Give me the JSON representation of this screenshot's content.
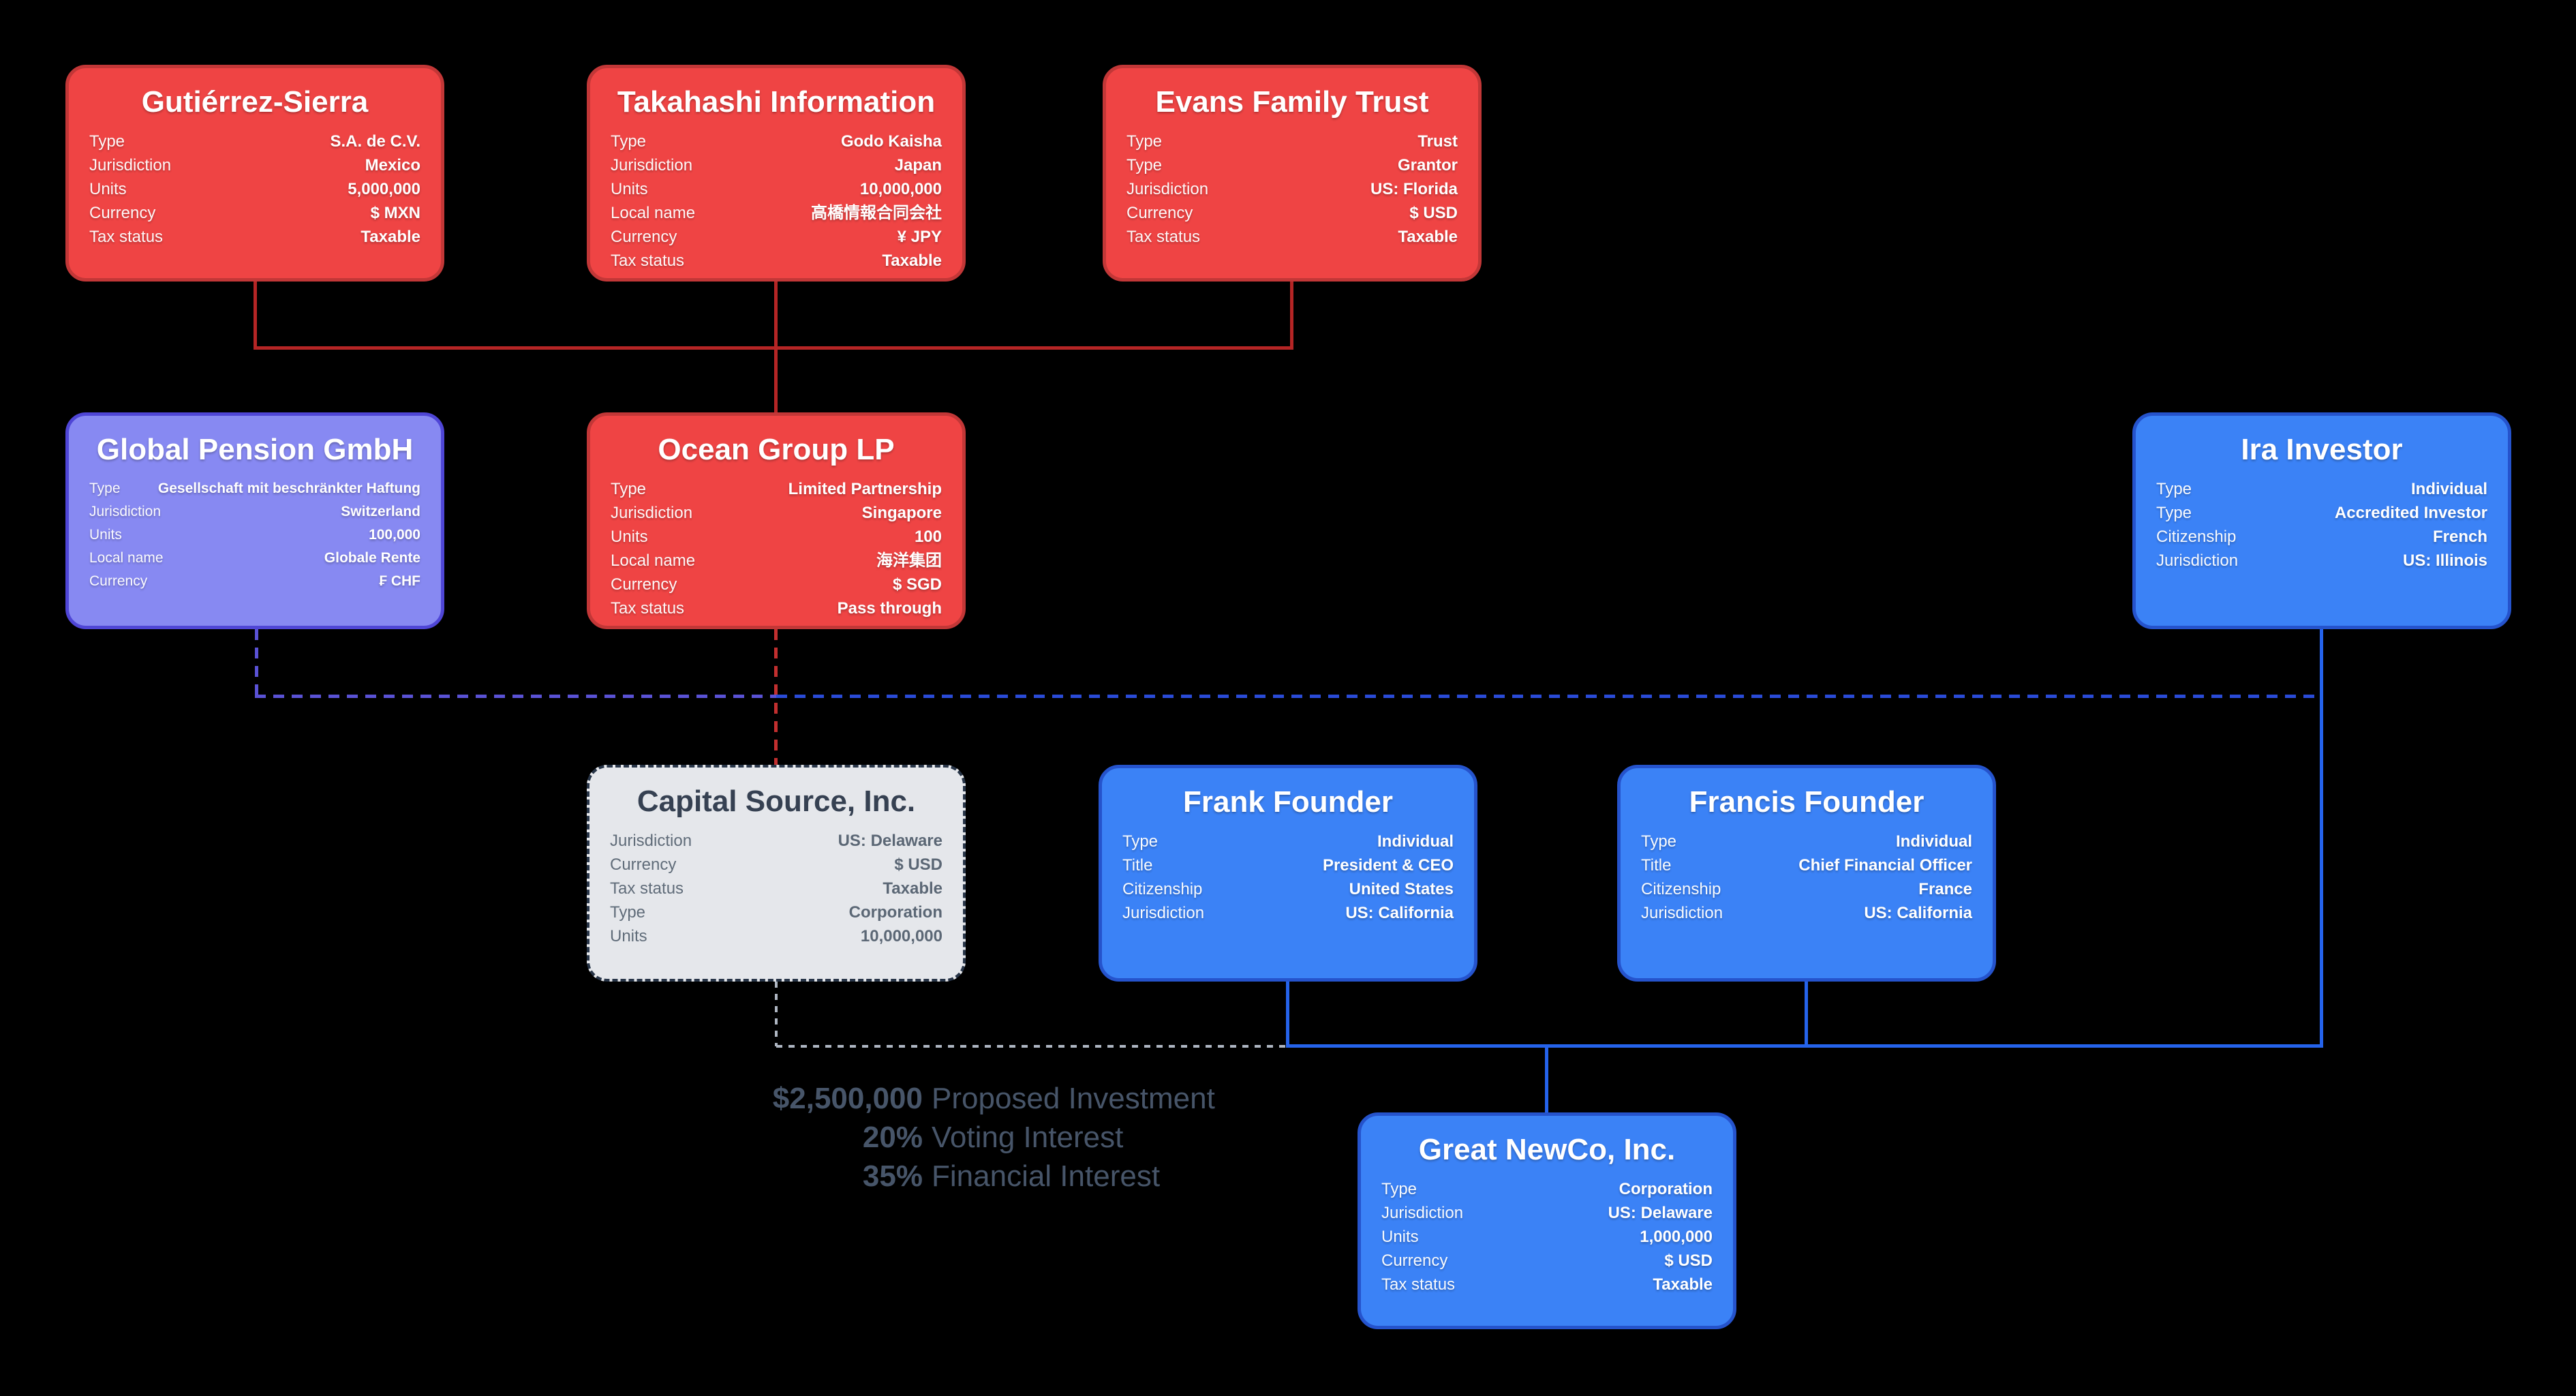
{
  "colors": {
    "background": "#000000",
    "card_red_fill": "#ef4444",
    "card_red_border": "#c23737",
    "card_purple_fill": "#8789f2",
    "card_purple_border": "#4f46d6",
    "card_blue_fill": "#3b82f6",
    "card_blue_border": "#2553cc",
    "card_gray_fill": "#e5e7eb",
    "card_gray_border": "#283548",
    "card_text": "#ffffff",
    "gray_card_title": "#364152",
    "gray_card_text": "#5b6775",
    "connector_red": "#b52525",
    "connector_red_dashed": "#c22f2f",
    "connector_purple_dashed": "#5a52d5",
    "connector_blue": "#2563eb",
    "connector_blue_dashed": "#2a4bd7",
    "connector_gray_dashed": "#aeb6c2",
    "annotation_text": "#475569"
  },
  "cards": [
    {
      "title": "Gutiérrez-Sierra",
      "rows": [
        {
          "label": "Type",
          "value": "S.A. de C.V."
        },
        {
          "label": "Jurisdiction",
          "value": "Mexico"
        },
        {
          "label": "Units",
          "value": "5,000,000"
        },
        {
          "label": "Currency",
          "value": "$ MXN"
        },
        {
          "label": "Tax status",
          "value": "Taxable"
        }
      ]
    },
    {
      "title": "Takahashi Information",
      "rows": [
        {
          "label": "Type",
          "value": "Godo Kaisha"
        },
        {
          "label": "Jurisdiction",
          "value": "Japan"
        },
        {
          "label": "Units",
          "value": "10,000,000"
        },
        {
          "label": "Local name",
          "value": "高橋情報合同会社"
        },
        {
          "label": "Currency",
          "value": "¥ JPY"
        },
        {
          "label": "Tax status",
          "value": "Taxable"
        }
      ]
    },
    {
      "title": "Evans Family Trust",
      "rows": [
        {
          "label": "Type",
          "value": "Trust"
        },
        {
          "label": "Type",
          "value": "Grantor"
        },
        {
          "label": "Jurisdiction",
          "value": "US: Florida"
        },
        {
          "label": "Currency",
          "value": "$ USD"
        },
        {
          "label": "Tax status",
          "value": "Taxable"
        }
      ]
    },
    {
      "title": "Global Pension GmbH",
      "rows": [
        {
          "label": "Type",
          "value": "Gesellschaft mit beschränkter Haftung"
        },
        {
          "label": "Jurisdiction",
          "value": "Switzerland"
        },
        {
          "label": "Units",
          "value": "100,000"
        },
        {
          "label": "Local name",
          "value": "Globale Rente"
        },
        {
          "label": "Currency",
          "value": "₣ CHF"
        }
      ]
    },
    {
      "title": "Ocean Group LP",
      "rows": [
        {
          "label": "Type",
          "value": "Limited Partnership"
        },
        {
          "label": "Jurisdiction",
          "value": "Singapore"
        },
        {
          "label": "Units",
          "value": "100"
        },
        {
          "label": "Local name",
          "value": "海洋集团"
        },
        {
          "label": "Currency",
          "value": "$ SGD"
        },
        {
          "label": "Tax status",
          "value": "Pass through"
        }
      ]
    },
    {
      "title": "Ira Investor",
      "rows": [
        {
          "label": "Type",
          "value": "Individual"
        },
        {
          "label": "Type",
          "value": "Accredited Investor"
        },
        {
          "label": "Citizenship",
          "value": "French"
        },
        {
          "label": "Jurisdiction",
          "value": "US: Illinois"
        }
      ]
    },
    {
      "title": "Capital Source, Inc.",
      "rows": [
        {
          "label": "Jurisdiction",
          "value": "US: Delaware"
        },
        {
          "label": "Currency",
          "value": "$ USD"
        },
        {
          "label": "Tax status",
          "value": "Taxable"
        },
        {
          "label": "Type",
          "value": "Corporation"
        },
        {
          "label": "Units",
          "value": "10,000,000"
        }
      ]
    },
    {
      "title": "Frank Founder",
      "rows": [
        {
          "label": "Type",
          "value": "Individual"
        },
        {
          "label": "Title",
          "value": "President & CEO"
        },
        {
          "label": "Citizenship",
          "value": "United States"
        },
        {
          "label": "Jurisdiction",
          "value": "US: California"
        }
      ]
    },
    {
      "title": "Francis Founder",
      "rows": [
        {
          "label": "Type",
          "value": "Individual"
        },
        {
          "label": "Title",
          "value": "Chief Financial Officer"
        },
        {
          "label": "Citizenship",
          "value": "France"
        },
        {
          "label": "Jurisdiction",
          "value": "US: California"
        }
      ]
    },
    {
      "title": "Great NewCo, Inc.",
      "rows": [
        {
          "label": "Type",
          "value": "Corporation"
        },
        {
          "label": "Jurisdiction",
          "value": "US: Delaware"
        },
        {
          "label": "Units",
          "value": "1,000,000"
        },
        {
          "label": "Currency",
          "value": "$ USD"
        },
        {
          "label": "Tax status",
          "value": "Taxable"
        }
      ]
    }
  ],
  "investment": {
    "lines": [
      {
        "value": "$2,500,000",
        "label": "Proposed Investment"
      },
      {
        "value": "20%",
        "label": "Voting Interest"
      },
      {
        "value": "35%",
        "label": "Financial Interest"
      }
    ]
  }
}
